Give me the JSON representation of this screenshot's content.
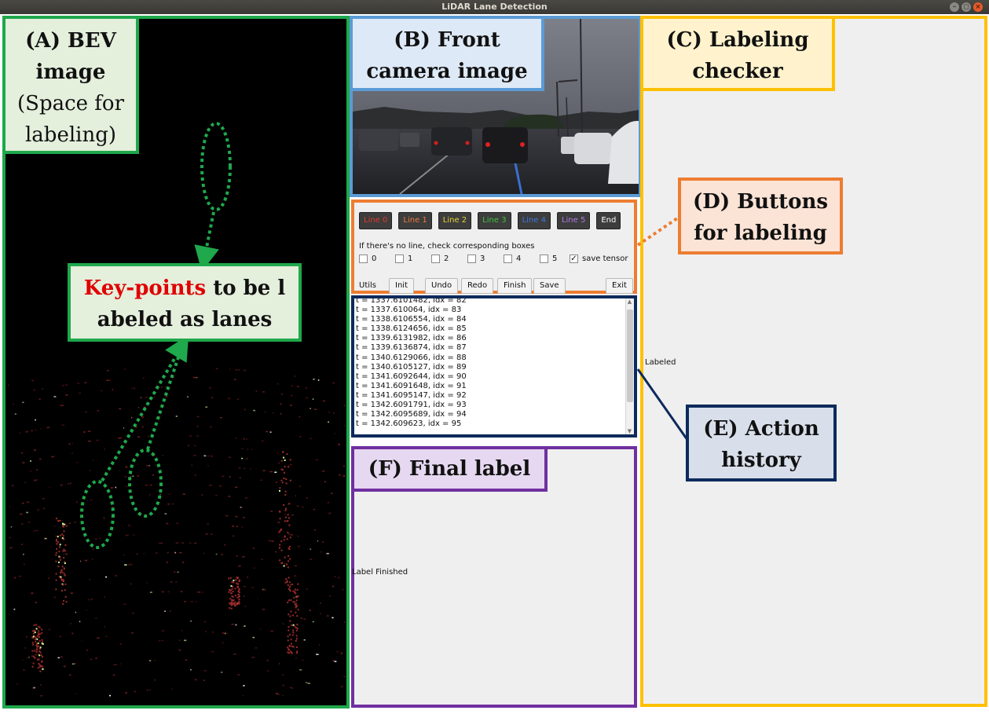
{
  "window": {
    "title": "LiDAR Lane Detection",
    "controls": [
      "–",
      "◻",
      "×"
    ]
  },
  "annotations": {
    "bev": {
      "title": "(A) BEV",
      "title2": "image",
      "sub1": "(Space for",
      "sub2": "labeling)"
    },
    "camera": {
      "line1": "(B) Front",
      "line2": "camera image"
    },
    "checker": {
      "line1": "(C) Labeling",
      "line2": "checker"
    },
    "buttons": {
      "line1": "(D) Buttons",
      "line2": "for labeling"
    },
    "history": {
      "line1": "(E) Action",
      "line2": "history"
    },
    "final": {
      "line1": "(F) Final label"
    },
    "keypoints": {
      "highlight": "Key-points",
      "rest1": " to be l",
      "line2": "abeled as lanes"
    }
  },
  "line_buttons": [
    {
      "label": "Line 0",
      "color": "#e03a2f"
    },
    {
      "label": "Line 1",
      "color": "#f07a3a"
    },
    {
      "label": "Line 2",
      "color": "#e8d23a"
    },
    {
      "label": "Line 3",
      "color": "#3cc63a"
    },
    {
      "label": "Line 4",
      "color": "#3a7ae0"
    },
    {
      "label": "Line 5",
      "color": "#b07ae0"
    },
    {
      "label": "End",
      "color": "#ffffff"
    }
  ],
  "no_line_hint": "If there's no line, check corresponding boxes",
  "checkboxes": [
    {
      "label": "0",
      "checked": false
    },
    {
      "label": "1",
      "checked": false
    },
    {
      "label": "2",
      "checked": false
    },
    {
      "label": "3",
      "checked": false
    },
    {
      "label": "4",
      "checked": false
    },
    {
      "label": "5",
      "checked": false
    },
    {
      "label": "save tensor",
      "checked": true
    }
  ],
  "utils": {
    "label": "Utils",
    "buttons": [
      "Init",
      "Undo",
      "Redo",
      "Finish",
      "Save",
      "Exit"
    ]
  },
  "history_lines": [
    "t = 1337.6101482, idx = 82",
    "t = 1337.610064, idx = 83",
    "t = 1338.6106554, idx = 84",
    "t = 1338.6124656, idx = 85",
    "t = 1339.6131982, idx = 86",
    "t = 1339.6136874, idx = 87",
    "t = 1340.6129066, idx = 88",
    "t = 1340.6105127, idx = 89",
    "t = 1341.6092644, idx = 90",
    "t = 1341.6091648, idx = 91",
    "t = 1341.6095147, idx = 92",
    "t = 1342.6091791, idx = 93",
    "t = 1342.6095689, idx = 94",
    "t = 1342.609623, idx = 95"
  ],
  "status": {
    "labeled": "Labeled",
    "finished": "Label Finished"
  },
  "colors": {
    "bev_border": "#1fa84c",
    "camera_border": "#5b9bd5",
    "checker_border": "#ffc000",
    "buttons_border": "#ed7d31",
    "history_border": "#0d2a5c",
    "final_border": "#7030a0"
  }
}
